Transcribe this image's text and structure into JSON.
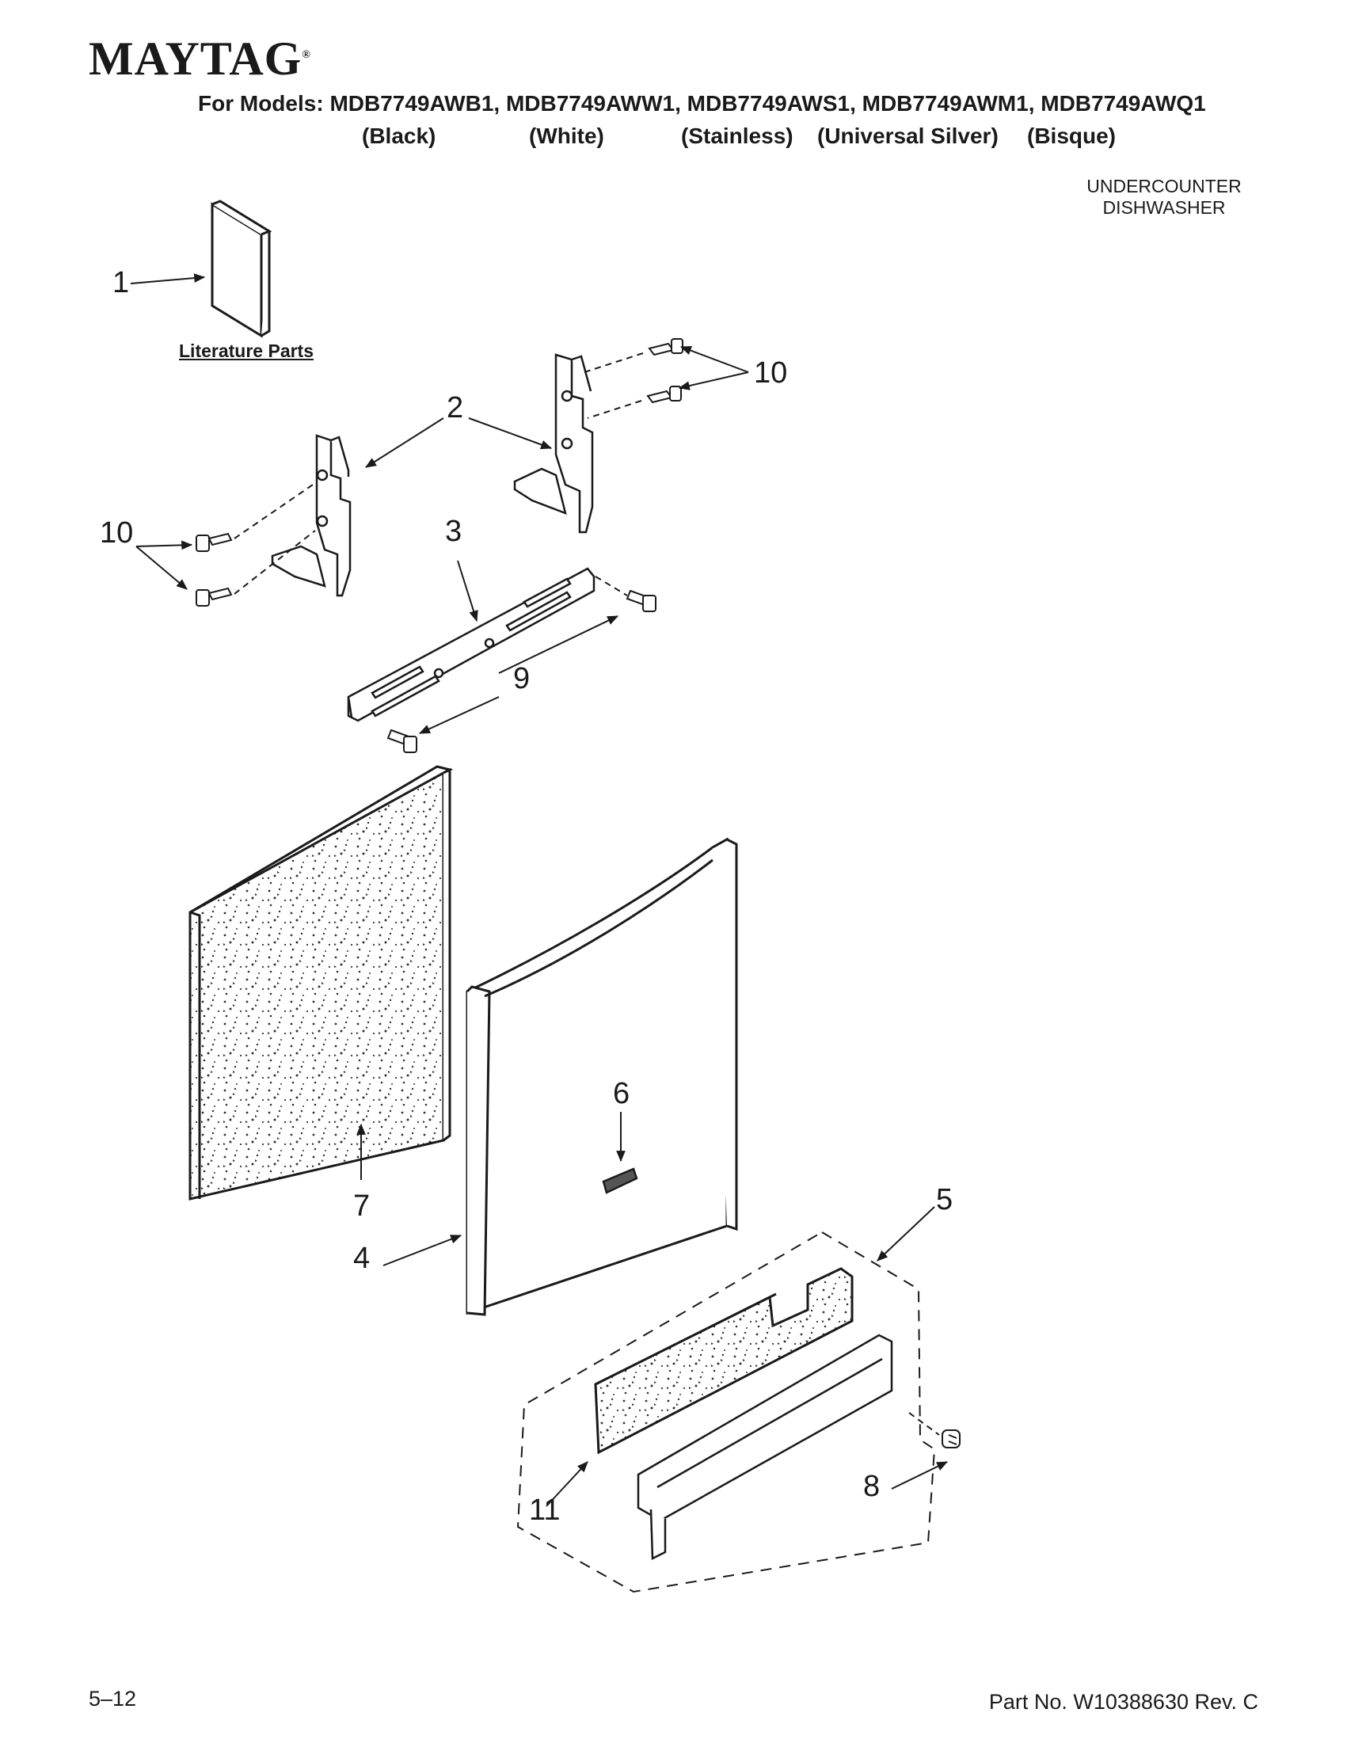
{
  "header": {
    "brand": "MAYTAG",
    "models_line": "For Models: MDB7749AWB1, MDB7749AWW1, MDB7749AWS1, MDB7749AWM1, MDB7749AWQ1",
    "variants": [
      "(Black)",
      "(White)",
      "(Stainless)",
      "(Universal Silver)",
      "(Bisque)"
    ],
    "subtitle_line1": "UNDERCOUNTER",
    "subtitle_line2": "DISHWASHER"
  },
  "literature_label": "Literature Parts",
  "callouts": {
    "c1": "1",
    "c2": "2",
    "c3": "3",
    "c4": "4",
    "c5": "5",
    "c6": "6",
    "c7": "7",
    "c8": "8",
    "c9": "9",
    "c10a": "10",
    "c10b": "10",
    "c11": "11"
  },
  "footer": {
    "page": "5–12",
    "part_no": "Part No. W10388630 Rev. C"
  }
}
